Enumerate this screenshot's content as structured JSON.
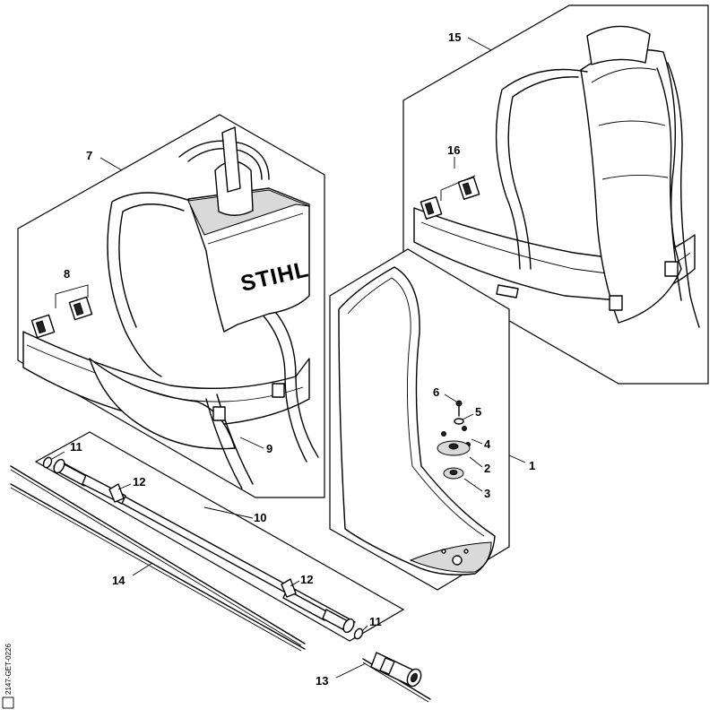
{
  "brand": "STIHL",
  "callouts": {
    "c1": "1",
    "c2": "2",
    "c3": "3",
    "c4": "4",
    "c5": "5",
    "c6": "6",
    "c7": "7",
    "c8": "8",
    "c9": "9",
    "c10": "10",
    "c11a": "11",
    "c11b": "11",
    "c12a": "12",
    "c12b": "12",
    "c13": "13",
    "c14": "14",
    "c15": "15",
    "c16": "16"
  },
  "drawing_code": "2147-GET-0226"
}
